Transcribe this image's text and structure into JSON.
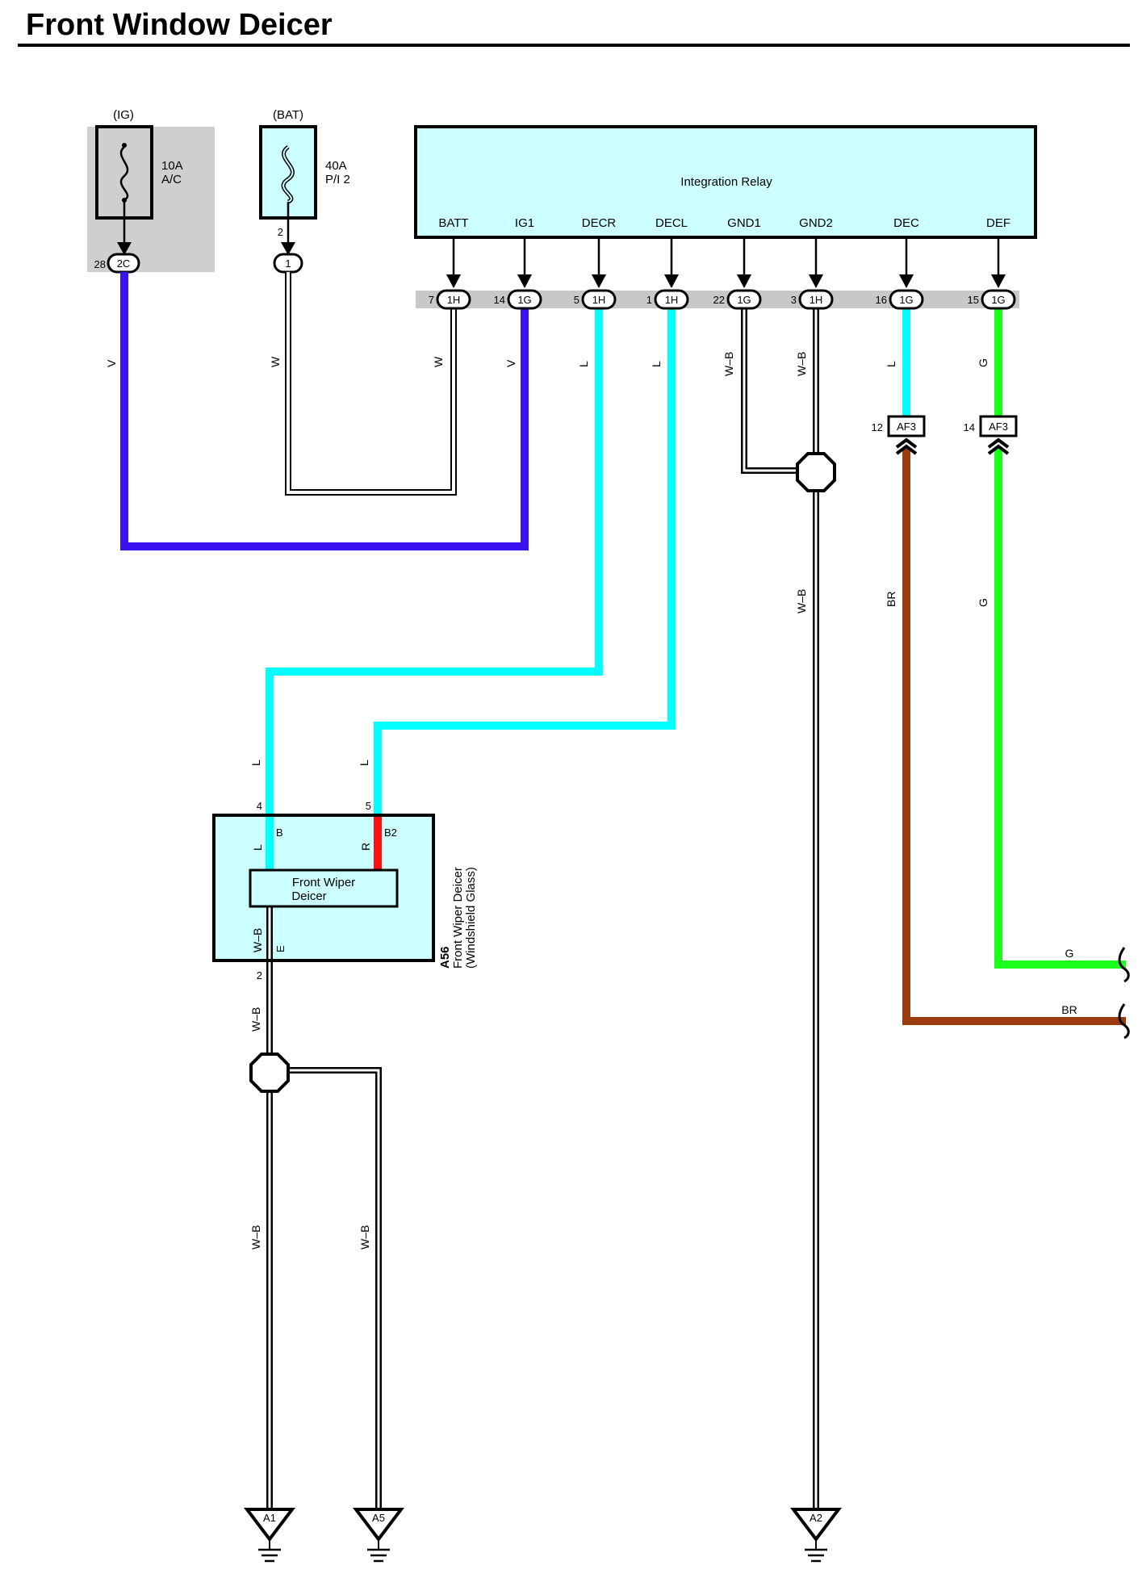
{
  "title": "Front Window Deicer",
  "fuses": {
    "ig": {
      "supply": "(IG)",
      "amp": "10A",
      "name": "A/C",
      "pin": "28",
      "connector": "2C",
      "wire": "V"
    },
    "bat": {
      "supply": "(BAT)",
      "amp": "40A",
      "name": "P/I 2",
      "pin": "2",
      "connector": "1",
      "wire": "W"
    }
  },
  "relay": {
    "name": "Integration Relay",
    "pins": [
      {
        "label": "BATT",
        "pin": "7",
        "connector": "1H",
        "wire": "W"
      },
      {
        "label": "IG1",
        "pin": "14",
        "connector": "1G",
        "wire": "V"
      },
      {
        "label": "DECR",
        "pin": "5",
        "connector": "1H",
        "wire": "L"
      },
      {
        "label": "DECL",
        "pin": "1",
        "connector": "1H",
        "wire": "L"
      },
      {
        "label": "GND1",
        "pin": "22",
        "connector": "1G",
        "wire": "W–B"
      },
      {
        "label": "GND2",
        "pin": "3",
        "connector": "1H",
        "wire": "W–B"
      },
      {
        "label": "DEC",
        "pin": "16",
        "connector": "1G",
        "wire": "L"
      },
      {
        "label": "DEF",
        "pin": "15",
        "connector": "1G",
        "wire": "G"
      }
    ]
  },
  "junctions": [
    {
      "pin": "12",
      "connector": "AF3",
      "wire": "BR"
    },
    {
      "pin": "14",
      "connector": "AF3",
      "wire": "G"
    }
  ],
  "deicer": {
    "code": "A56",
    "name": "Front Wiper Deicer",
    "location": "(Windshield Glass)",
    "element": "Front Wiper Deicer",
    "element_line1": "Front Wiper",
    "element_line2": "Deicer",
    "pin_b": "4",
    "pin_b2": "5",
    "pin_e": "2",
    "term_b": "B",
    "term_b2": "B2",
    "term_e": "E",
    "wire_b_in": "L",
    "wire_b2_in": "L",
    "wire_b_inside": "L",
    "wire_b2_inside": "R",
    "wire_e_inside": "W–B",
    "wire_e_out": "W–B"
  },
  "grounds": [
    {
      "name": "A1",
      "wire": "W–B"
    },
    {
      "name": "A5",
      "wire": "W–B"
    },
    {
      "name": "A2",
      "wire": "W–B"
    }
  ],
  "continuations": [
    {
      "wire": "G"
    },
    {
      "wire": "BR"
    }
  ],
  "colors": {
    "V": "#3a12f0",
    "L": "#00ffff",
    "G": "#1cff1c",
    "BR": "#9a3c10",
    "R": "#ff1010",
    "box_fill": "#ccffff",
    "gray_band": "#c8c8c8",
    "ground_wire": "#000000"
  }
}
